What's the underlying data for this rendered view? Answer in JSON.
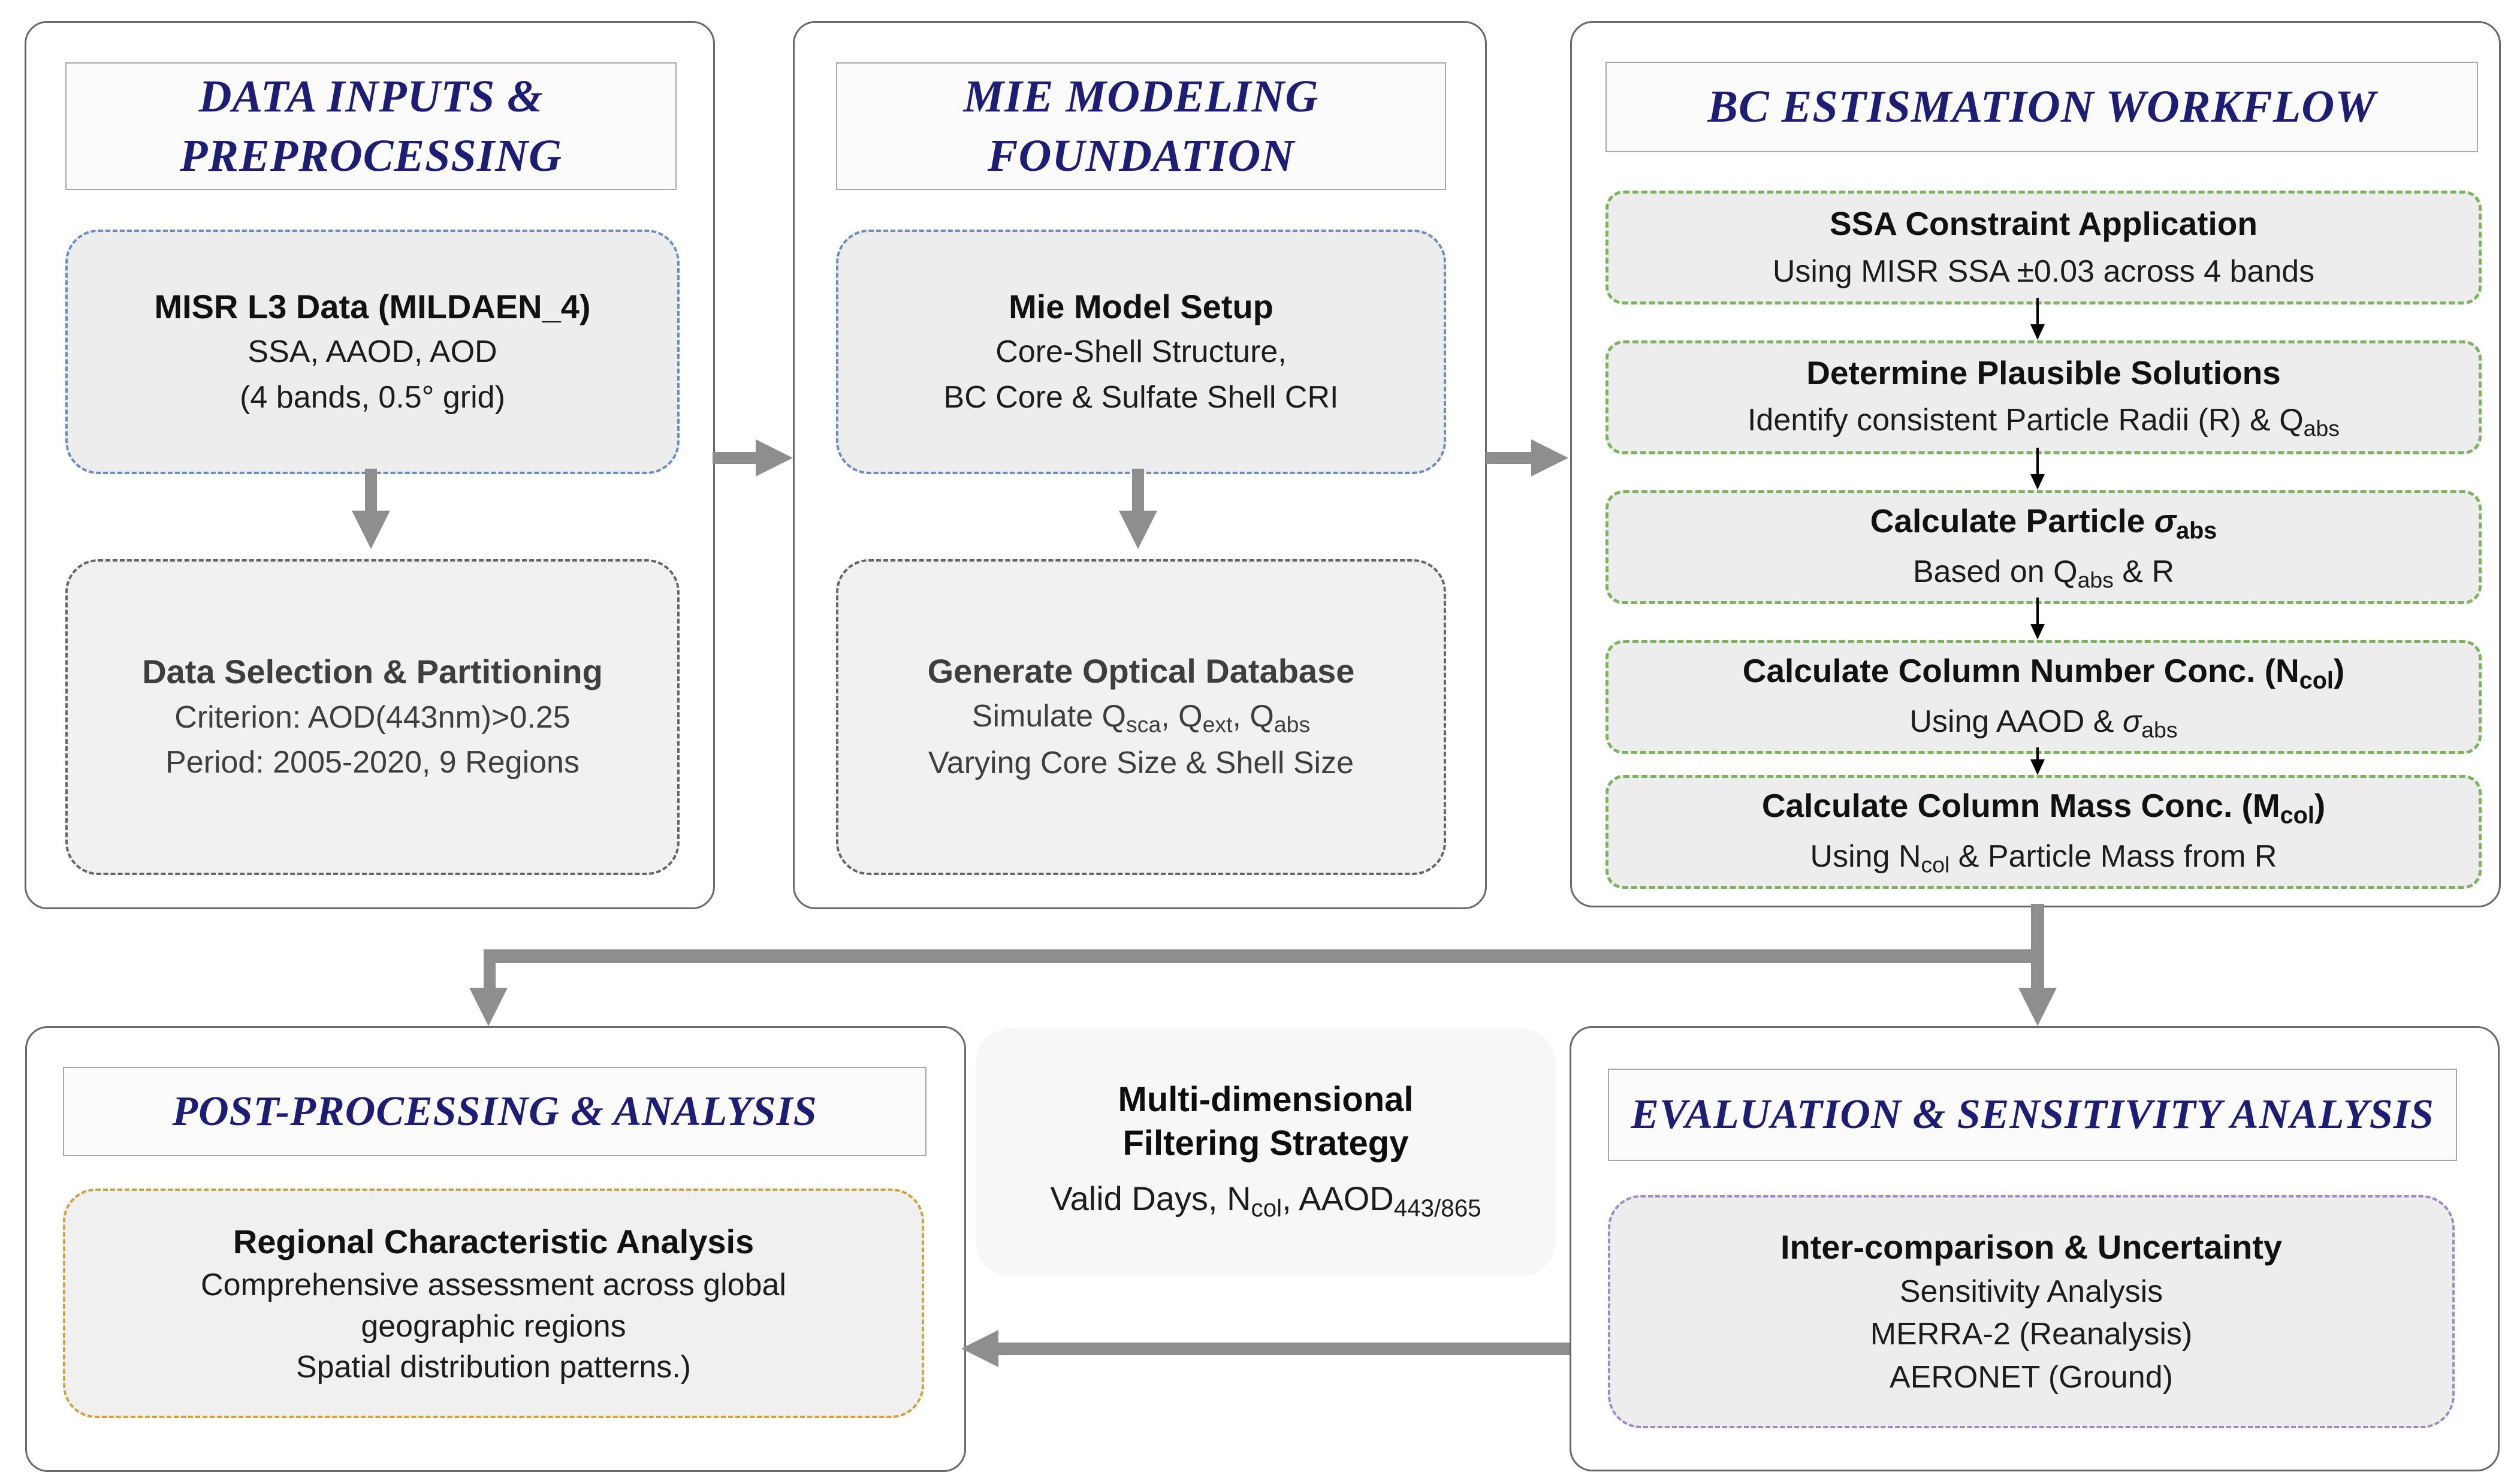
{
  "colors": {
    "navy_title": "#1D1D75",
    "panel_border": "#696969",
    "blue_dashed": "#6C8EBF",
    "gray_dashed": "#666666",
    "green_dashed": "#7FB25E",
    "orange_dashed": "#D0A13F",
    "purple_dashed": "#9E8AC2",
    "arrow_gray": "#8E8E8E",
    "node_fill": "#EDEDED",
    "filter_fill": "#F7F7F7"
  },
  "panels": {
    "data_inputs": {
      "title_line1": "DATA INPUTS &",
      "title_line2": "PREPROCESSING",
      "box1": {
        "title": "MISR L3 Data (MILDAEN_4)",
        "line2": "SSA, AAOD, AOD",
        "line3": "(4 bands, 0.5° grid)"
      },
      "box2": {
        "title": "Data Selection & Partitioning",
        "line2": "Criterion: AOD(443nm)>0.25",
        "line3": "Period: 2005-2020, 9 Regions"
      }
    },
    "mie": {
      "title_line1": "MIE MODELING",
      "title_line2": "FOUNDATION",
      "box1": {
        "title": "Mie Model Setup",
        "line2": "Core-Shell Structure,",
        "line3": "BC Core & Sulfate Shell CRI"
      },
      "box2": {
        "title": "Generate Optical Database",
        "line2": [
          {
            "t": "Simulate Q"
          },
          {
            "t": "sca",
            "sub": true
          },
          {
            "t": ", Q"
          },
          {
            "t": "ext",
            "sub": true
          },
          {
            "t": ", Q"
          },
          {
            "t": "abs",
            "sub": true
          }
        ],
        "line3": "Varying Core Size & Shell Size"
      }
    },
    "bc": {
      "title": "BC ESTISMATION WORKFLOW",
      "steps": [
        {
          "title": "SSA Constraint Application",
          "body": "Using MISR SSA ±0.03 across 4 bands"
        },
        {
          "title": "Determine Plausible Solutions",
          "body": [
            {
              "t": "Identify consistent Particle Radii (R) & Q"
            },
            {
              "t": "abs",
              "sub": true
            }
          ]
        },
        {
          "title": [
            {
              "t": "Calculate Particle "
            },
            {
              "t": "σ",
              "i": true
            },
            {
              "t": "abs",
              "sub": true
            }
          ],
          "body": [
            {
              "t": "Based on Q"
            },
            {
              "t": "abs",
              "sub": true
            },
            {
              "t": " & R"
            }
          ]
        },
        {
          "title": [
            {
              "t": "Calculate Column Number Conc. (N"
            },
            {
              "t": "col",
              "sub": true
            },
            {
              "t": ")"
            }
          ],
          "body": [
            {
              "t": "Using AAOD & "
            },
            {
              "t": "σ",
              "i": true
            },
            {
              "t": "abs",
              "sub": true
            }
          ]
        },
        {
          "title": [
            {
              "t": "Calculate Column Mass Conc. (M"
            },
            {
              "t": "col",
              "sub": true
            },
            {
              "t": ")"
            }
          ],
          "body": [
            {
              "t": "Using N"
            },
            {
              "t": "col",
              "sub": true
            },
            {
              "t": " & Particle Mass from R"
            }
          ]
        }
      ]
    },
    "post": {
      "title": "POST-PROCESSING & ANALYSIS",
      "box": {
        "title": "Regional Characteristic Analysis",
        "line2": "Comprehensive assessment across global",
        "line3": "geographic regions",
        "line4": "Spatial distribution patterns.)"
      }
    },
    "filter": {
      "line1": "Multi-dimensional",
      "line2": "Filtering Strategy",
      "line3": [
        {
          "t": "Valid Days, N"
        },
        {
          "t": "col",
          "sub": true
        },
        {
          "t": ", AAOD"
        },
        {
          "t": "443/865",
          "sub": true
        }
      ]
    },
    "eval": {
      "title": "EVALUATION & SENSITIVITY ANALYSIS",
      "box": {
        "title": "Inter-comparison & Uncertainty",
        "line2": "Sensitivity Analysis",
        "line3": "MERRA-2 (Reanalysis)",
        "line4": "AERONET (Ground)"
      }
    }
  }
}
